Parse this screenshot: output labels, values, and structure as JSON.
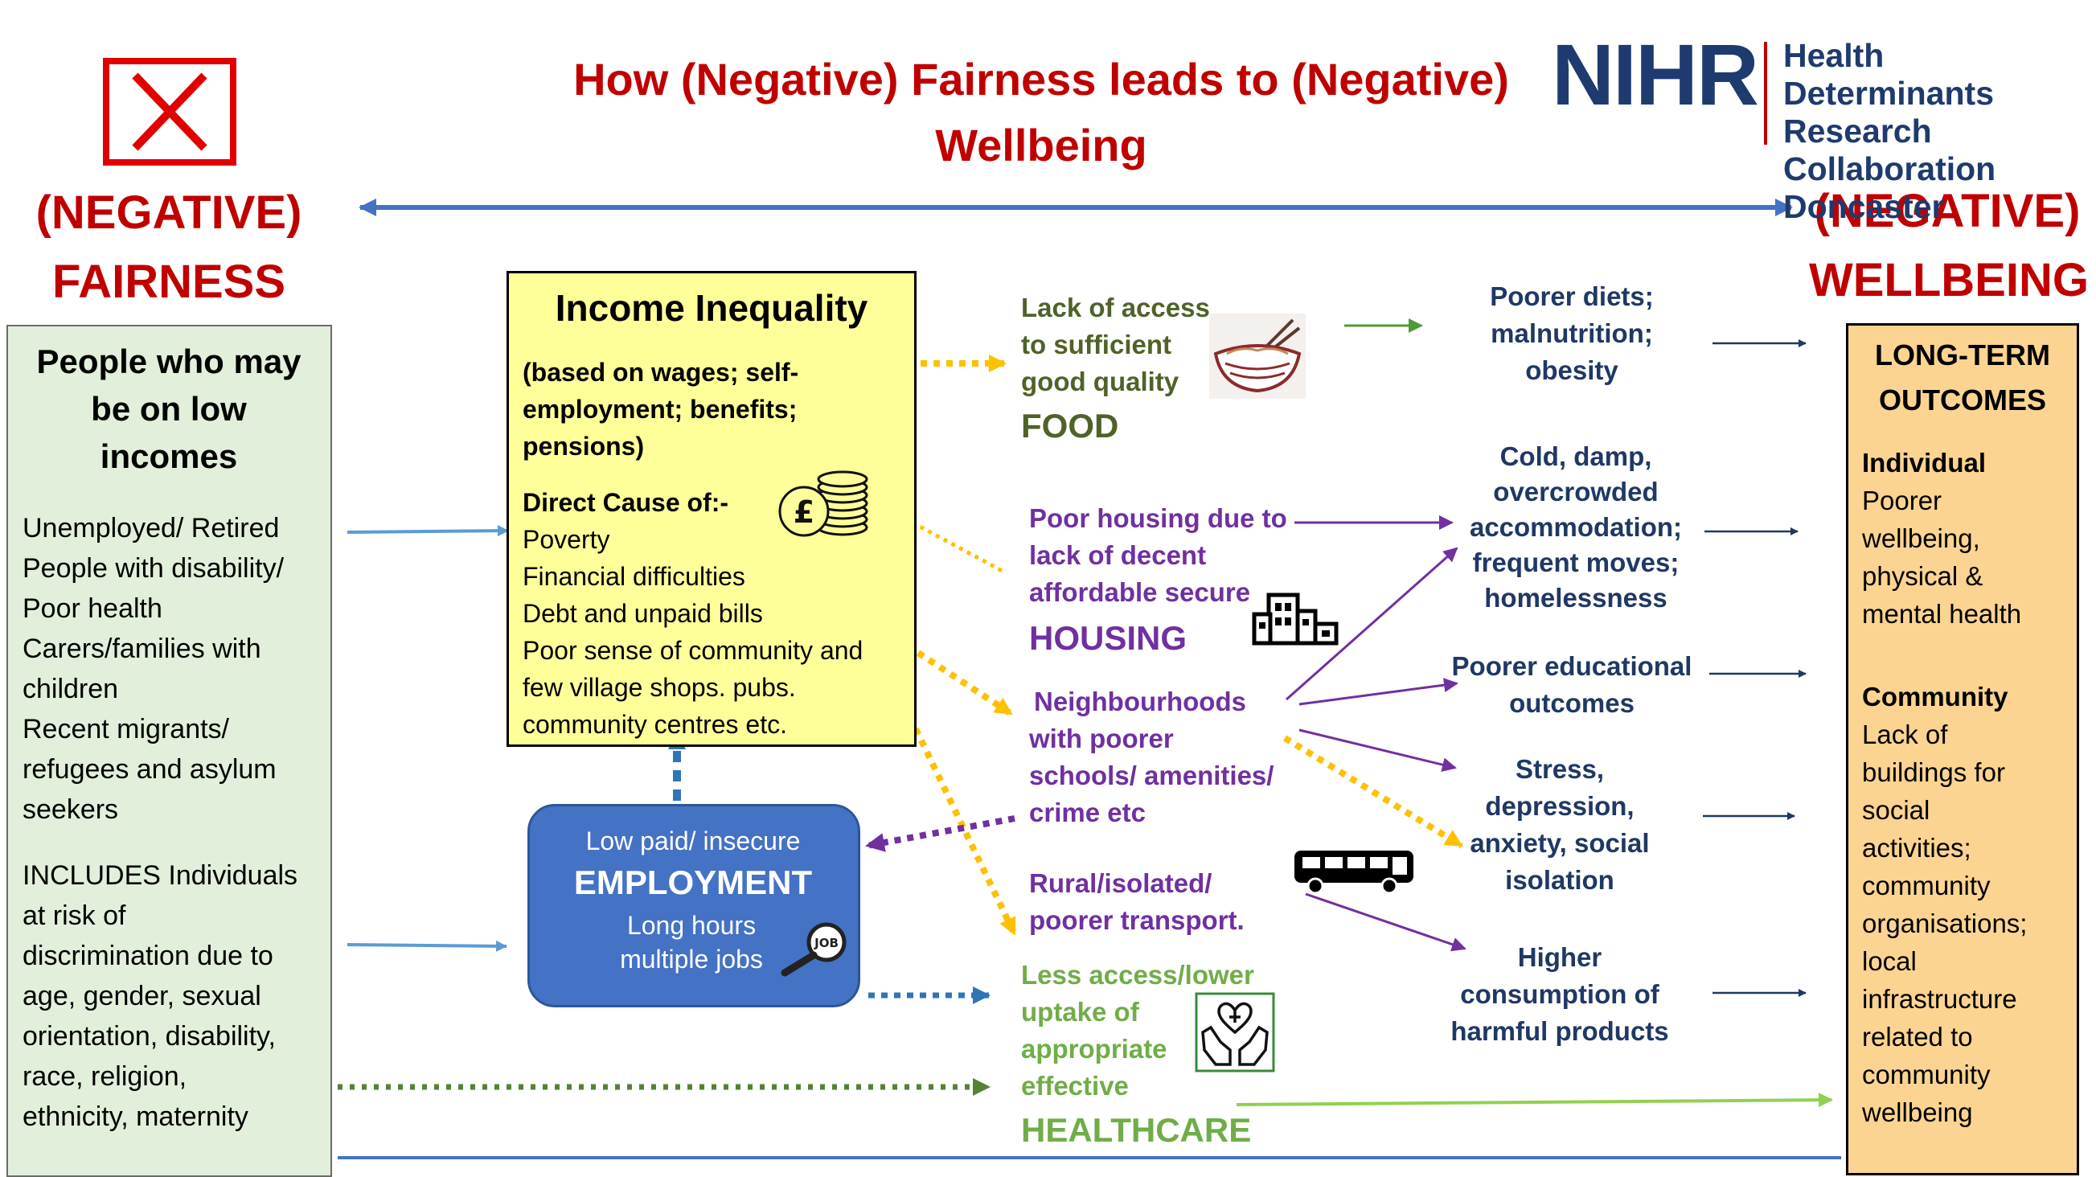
{
  "title": "How (Negative) Fairness leads to (Negative) Wellbeing",
  "left_heading": [
    "(NEGATIVE)",
    "FAIRNESS"
  ],
  "right_heading": [
    "(NEGATIVE)",
    "WELLBEING"
  ],
  "logo": {
    "name": "NIHR",
    "subtitle": [
      "Health Determinants",
      "Research Collaboration",
      "Doncaster"
    ]
  },
  "left_box": {
    "heading": [
      "People who may",
      "be on low",
      "incomes"
    ],
    "items": [
      "Unemployed/ Retired",
      "People with disability/",
      "Poor health",
      "Carers/families with",
      "children",
      "Recent migrants/",
      "refugees and asylum",
      "seekers"
    ],
    "includes": [
      "INCLUDES Individuals",
      "at risk of",
      "discrimination due to",
      "age,  gender, sexual",
      "orientation,   disability,",
      "race, religion,",
      "ethnicity, maternity"
    ]
  },
  "income_box": {
    "title": "Income Inequality",
    "subtitle": [
      "(based on wages; self-",
      "employment;  benefits;",
      "pensions)"
    ],
    "cause_heading": "Direct Cause of:-",
    "causes": [
      "Poverty",
      "Financial difficulties",
      "Debt and unpaid bills",
      "Poor sense of community and",
      "few village shops. pubs.",
      "community centres etc."
    ]
  },
  "employment_box": {
    "top": "Low paid/ insecure",
    "main": "EMPLOYMENT",
    "bottom": [
      "Long hours",
      "multiple jobs"
    ],
    "icon_text": "JOB"
  },
  "middle": {
    "food": {
      "text": [
        "Lack of access",
        "to sufficient",
        "good quality"
      ],
      "label": "FOOD"
    },
    "housing": {
      "text": [
        "Poor housing due to",
        "lack of decent",
        "affordable secure"
      ],
      "label": "HOUSING"
    },
    "neighbourhoods": [
      "Neighbourhoods",
      "with poorer",
      "schools/ amenities/",
      "crime etc"
    ],
    "transport": [
      "Rural/isolated/",
      "poorer transport."
    ],
    "healthcare": {
      "text": [
        "Less access/lower",
        "uptake of",
        "appropriate",
        "effective"
      ],
      "label": "HEALTHCARE"
    }
  },
  "outcomes": {
    "diets": [
      "Poorer diets;",
      "malnutrition;",
      "obesity"
    ],
    "housing": [
      "Cold, damp,",
      "overcrowded",
      "accommodation;",
      "frequent moves;",
      "homelessness"
    ],
    "education": [
      "Poorer educational",
      "outcomes"
    ],
    "stress": [
      "Stress,",
      "depression,",
      "anxiety, social",
      "isolation"
    ],
    "harmful": [
      "Higher",
      "consumption of",
      "harmful products"
    ]
  },
  "long_term": {
    "heading": [
      "LONG-TERM",
      "OUTCOMES"
    ],
    "individual_heading": "Individual",
    "individual": [
      "Poorer",
      "wellbeing,",
      "physical &",
      "mental health"
    ],
    "community_heading": "Community",
    "community": [
      "Lack of",
      "buildings for",
      "social",
      "activities;",
      "community",
      "organisations;",
      "local",
      "infrastructure",
      "related to",
      "community",
      "wellbeing"
    ]
  },
  "colors": {
    "red": "#c00000",
    "navy": "#1f3864",
    "blue_arrow": "#4472c4",
    "green_box": "#e2efda",
    "yellow_box": "#ffff99",
    "orange_box": "#fbd491",
    "employment_box": "#4472c4",
    "dotted_orange": "#ffc000",
    "purple": "#7030a0",
    "olive": "#4f6228",
    "light_green": "#70ad47",
    "light_blue": "#5b9bd5"
  }
}
